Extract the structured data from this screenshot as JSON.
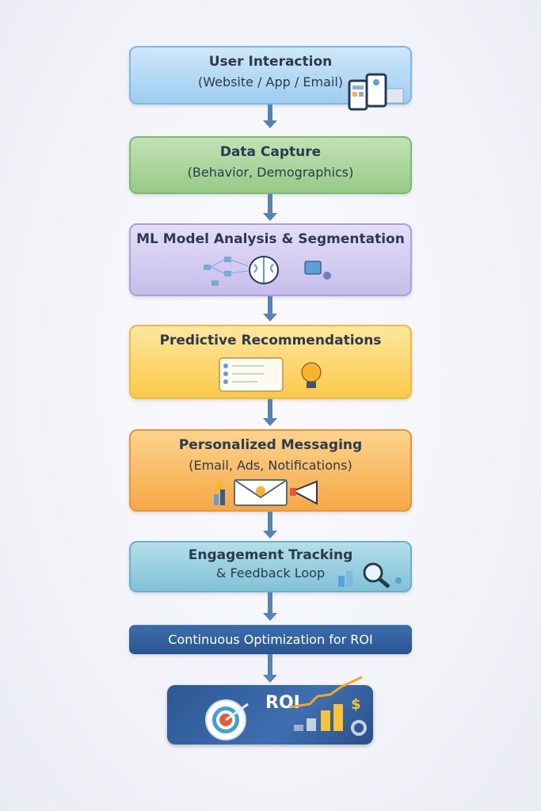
{
  "steps": [
    {
      "title": "User Interaction",
      "subtitle": "(Website / App / Email)"
    },
    {
      "title": "Data Capture",
      "subtitle": "(Behavior, Demographics)"
    },
    {
      "title": "ML Model Analysis & Segmentation"
    },
    {
      "title": "Predictive Recommendations"
    },
    {
      "title": "Personalized Messaging",
      "subtitle": "(Email, Ads, Notifications)"
    },
    {
      "title": "Engagement Tracking",
      "subtitle": "& Feedback Loop"
    },
    {
      "title": "Continuous Optimization for ROI"
    }
  ],
  "roi": {
    "label": "ROI",
    "currency": "$"
  },
  "colors": {
    "blue": "#a9d5f3",
    "green": "#a8d39a",
    "purple": "#d0c9ef",
    "yellow": "#fcd76a",
    "orange": "#f8b65c",
    "teal": "#93cddd",
    "navy": "#2f5d98"
  }
}
